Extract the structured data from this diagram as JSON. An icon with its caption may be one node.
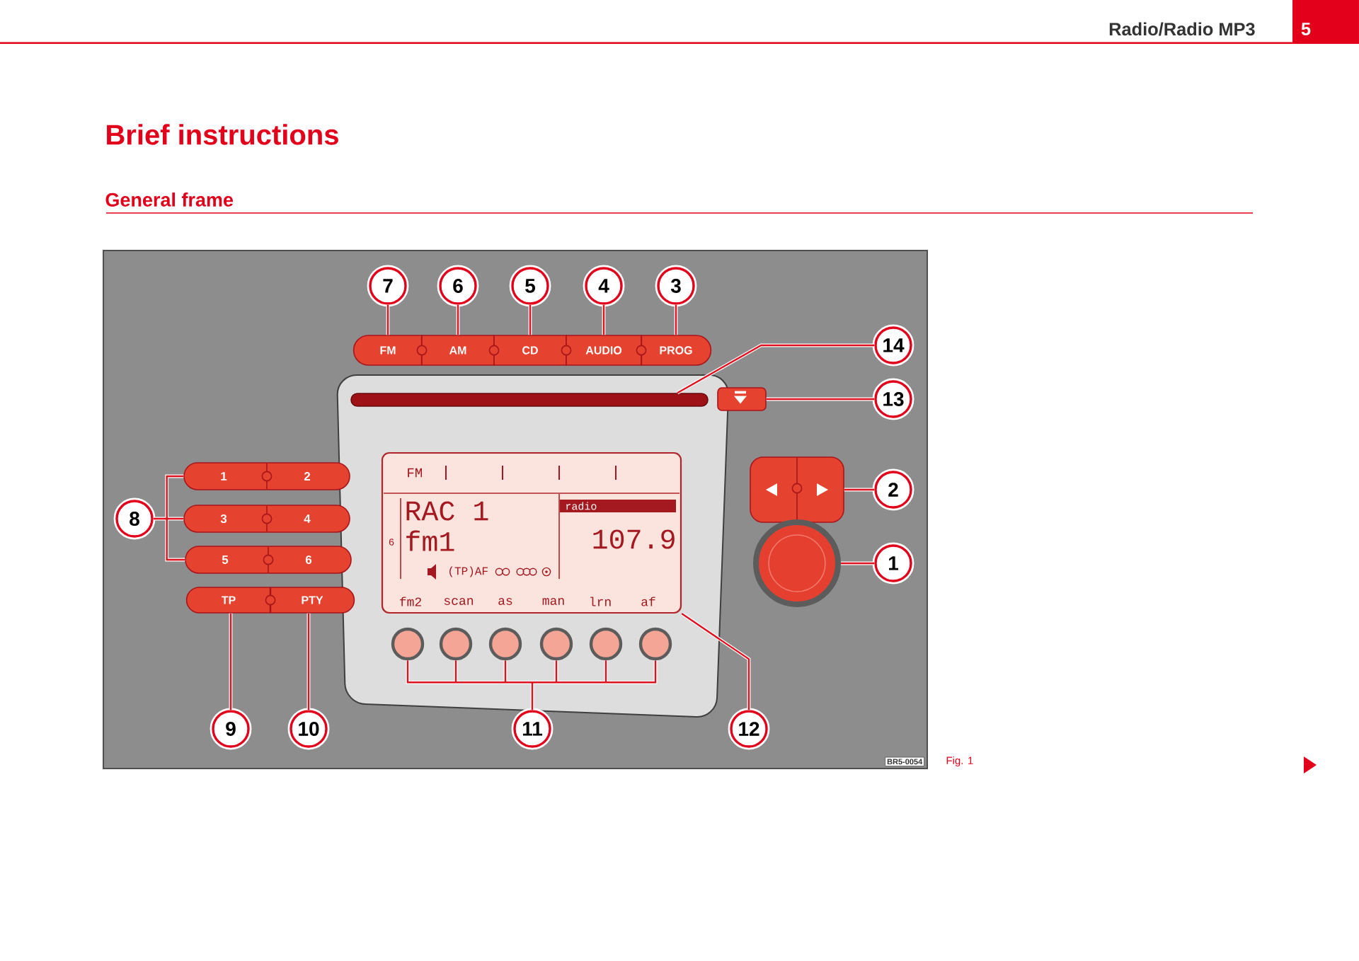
{
  "diagram": {
    "title": "Brief instructions",
    "caption": "Fig. 1",
    "nodes": [
      {
        "text": [
          "7"
        ]
      },
      {
        "text": [
          "6"
        ]
      },
      {
        "text": [
          "5"
        ]
      },
      {
        "text": [
          "4"
        ]
      },
      {
        "text": [
          "3"
        ]
      },
      {
        "text": [
          "FM"
        ]
      },
      {
        "text": [
          "AM"
        ]
      },
      {
        "text": [
          "CD"
        ]
      },
      {
        "text": [
          "AUDIO"
        ]
      },
      {
        "text": [
          "PROG"
        ]
      },
      {
        "text": [
          "14"
        ]
      },
      {
        "text": [],
        "shape": "bar"
      },
      {
        "text": [],
        "shape": "box"
      },
      {
        "text": [
          "13"
        ]
      },
      {
        "text": [
          "1",
          "2"
        ]
      },
      {
        "text": [
          "FM",
          "RAC 1",
          "radio",
          "6",
          "fm1",
          "107.9",
          "(TP)AF",
          "fm2",
          "scan",
          "as",
          "man",
          "lrn",
          "af"
        ]
      },
      {
        "text": [
          "8"
        ]
      },
      {
        "text": [
          "3",
          "4"
        ]
      },
      {
        "text": [],
        "shape": "box"
      },
      {
        "text": [
          "2"
        ]
      },
      {
        "text": [
          "5",
          "6"
        ]
      },
      {
        "text": [],
        "shape": "circle"
      },
      {
        "text": [
          "1"
        ]
      },
      {
        "text": [
          "TP"
        ]
      },
      {
        "text": [
          "PTY"
        ]
      },
      {
        "text": [],
        "shape": "circle"
      },
      {
        "text": [],
        "shape": "circle"
      },
      {
        "text": [],
        "shape": "circle"
      },
      {
        "text": [],
        "shape": "circle"
      },
      {
        "text": [],
        "shape": "circle"
      },
      {
        "text": [],
        "shape": "circle"
      },
      {
        "text": [
          "9"
        ]
      },
      {
        "text": [
          "10"
        ]
      },
      {
        "text": [
          "11"
        ]
      },
      {
        "text": [
          "12"
        ]
      }
    ],
    "edges": [
      {
        "from": 0,
        "to": 5,
        "arrow": "none"
      },
      {
        "from": 1,
        "to": 6,
        "arrow": "none"
      },
      {
        "from": 2,
        "to": 7,
        "arrow": "none"
      },
      {
        "from": 3,
        "to": 8,
        "arrow": "none"
      },
      {
        "from": 4,
        "to": 9,
        "arrow": "none"
      },
      {
        "from": 10,
        "to": 11,
        "arrow": "none"
      },
      {
        "from": 13,
        "to": 12,
        "arrow": "none"
      },
      {
        "from": 16,
        "to": 14,
        "arrow": "none"
      },
      {
        "from": 16,
        "to": 17,
        "arrow": "none"
      },
      {
        "from": 16,
        "to": 20,
        "arrow": "none"
      },
      {
        "from": 19,
        "to": 18,
        "arrow": "none"
      },
      {
        "from": 22,
        "to": 21,
        "arrow": "none"
      },
      {
        "from": 31,
        "to": 23,
        "arrow": "none"
      },
      {
        "from": 32,
        "to": 24,
        "arrow": "none"
      },
      {
        "from": 33,
        "to": 25,
        "arrow": "none"
      },
      {
        "from": 33,
        "to": 26,
        "arrow": "none"
      },
      {
        "from": 33,
        "to": 27,
        "arrow": "none"
      },
      {
        "from": 33,
        "to": 28,
        "arrow": "none"
      },
      {
        "from": 33,
        "to": 29,
        "arrow": "none"
      },
      {
        "from": 33,
        "to": 30,
        "arrow": "none"
      },
      {
        "from": 34,
        "to": 15,
        "arrow": "none"
      }
    ],
    "labels": [
      "Radio/Radio MP3",
      "5",
      "General frame",
      "BR5-0054"
    ]
  }
}
